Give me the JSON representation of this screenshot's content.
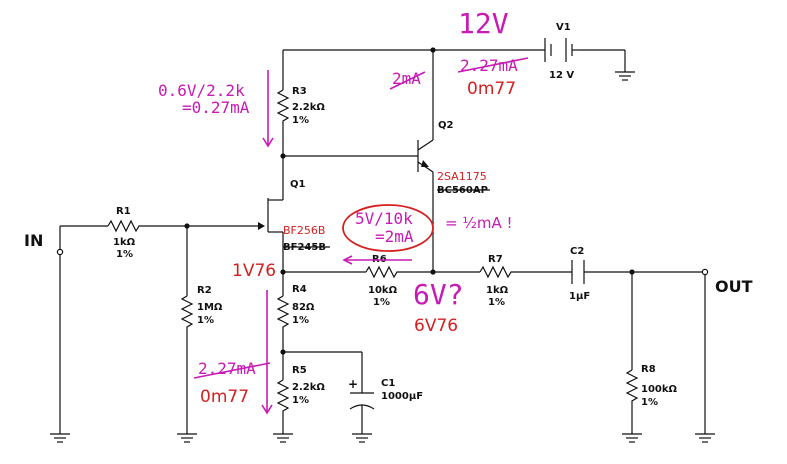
{
  "terminals": {
    "in": "IN",
    "out": "OUT"
  },
  "components": {
    "r1": {
      "name": "R1",
      "value": "1kΩ",
      "tol": "1%"
    },
    "r2": {
      "name": "R2",
      "value": "1MΩ",
      "tol": "1%"
    },
    "r3": {
      "name": "R3",
      "value": "2.2kΩ",
      "tol": "1%"
    },
    "r4": {
      "name": "R4",
      "value": "82Ω",
      "tol": "1%"
    },
    "r5": {
      "name": "R5",
      "value": "2.2kΩ",
      "tol": "1%"
    },
    "r6": {
      "name": "R6",
      "value": "10kΩ",
      "tol": "1%"
    },
    "r7": {
      "name": "R7",
      "value": "1kΩ",
      "tol": "1%"
    },
    "r8": {
      "name": "R8",
      "value": "100kΩ",
      "tol": "1%"
    },
    "c1": {
      "name": "C1",
      "value": "1000µF"
    },
    "c2": {
      "name": "C2",
      "value": "1µF"
    },
    "q1": {
      "name": "Q1",
      "part": "BF245B",
      "replacement": "BF256B"
    },
    "q2": {
      "name": "Q2",
      "part": "BC560AP",
      "replacement": "2SA1175"
    },
    "v1": {
      "name": "V1",
      "value": "12 V"
    }
  },
  "annotations": {
    "supply": "12V",
    "r3_calc_1": "0.6V/2.2k",
    "r3_calc_2": "=0.27mA",
    "q2_current": "2mA",
    "supply_current_old": "2.27mA",
    "supply_current_new": "0m77",
    "r6_calc_1": "5V/10k",
    "r6_calc_2": "=2mA",
    "r6_note": "= ½mA !",
    "q1_source": "1V76",
    "out_voltage_q": "6V?",
    "out_voltage": "6V76",
    "ground_current_old": "2.27mA",
    "ground_current_new": "0m77"
  },
  "colors": {
    "wire": "#111111",
    "annotation": "#c81ab4",
    "correction": "#d42020"
  }
}
